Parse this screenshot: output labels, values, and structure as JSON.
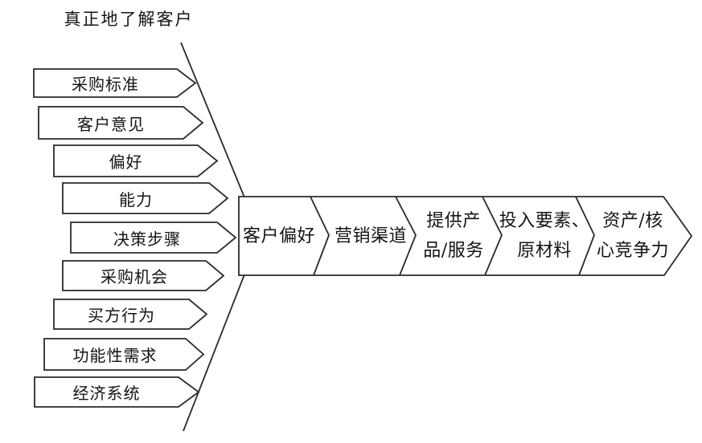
{
  "title": "真正地了解客户",
  "left_items": [
    "采购标准",
    "客户意见",
    "偏好",
    "能力",
    "决策步骤",
    "采购机会",
    "买方行为",
    "功能性需求",
    "经济系统"
  ],
  "chain_items": [
    "客户偏好",
    "营销渠道",
    "提供产\n品/服务",
    "投入要素、\n原材料",
    "资产/核\n心竞争力"
  ],
  "colors": {
    "line": "#2a2a2a",
    "background": "#ffffff",
    "text": "#141414"
  }
}
